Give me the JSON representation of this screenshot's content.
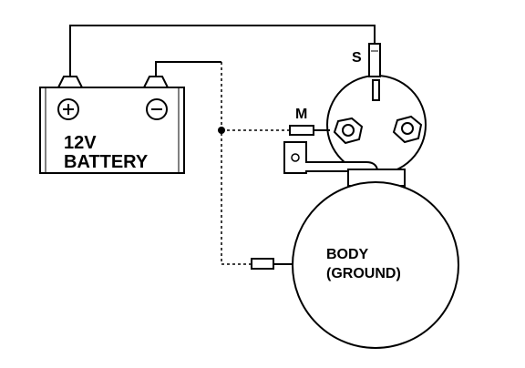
{
  "battery": {
    "line1": "12V",
    "line2": "BATTERY",
    "positive_symbol": "+",
    "negative_symbol": "−"
  },
  "terminals": {
    "s_label": "S",
    "m_label": "M"
  },
  "motor_body": {
    "line1": "BODY",
    "line2": "(GROUND)"
  },
  "colors": {
    "ink": "#000000",
    "paper": "#ffffff"
  }
}
